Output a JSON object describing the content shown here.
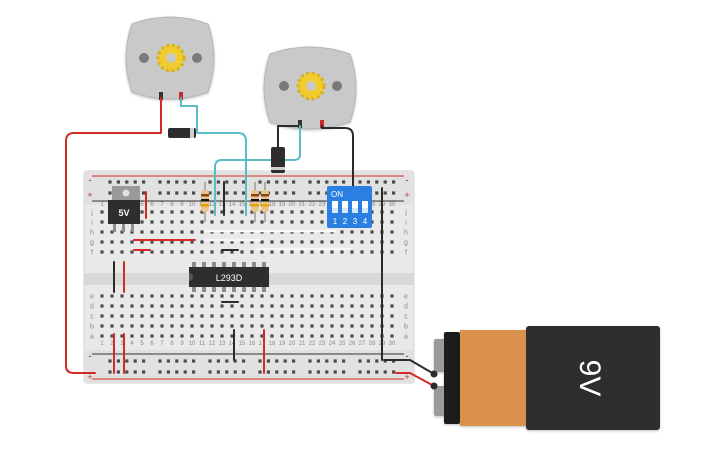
{
  "colors": {
    "wire_red": "#d22a25",
    "wire_black": "#2b2b2b",
    "wire_teal": "#58bcc9",
    "breadboard": "#e9e9e9",
    "dip_switch": "#2b7fe0",
    "battery_orange": "#d9914c",
    "battery_black": "#2e2e2e",
    "motor_body": "#c9c9c9",
    "motor_gear": "#f1cc2e"
  },
  "regulator": {
    "label": "5V"
  },
  "ic": {
    "label": "L293D"
  },
  "dip_switch": {
    "header": "ON",
    "numbers": [
      "1",
      "2",
      "3",
      "4"
    ]
  },
  "battery": {
    "label": "9V"
  },
  "breadboard": {
    "rail_plus": "+",
    "rail_minus": "-",
    "rows_top": [
      "j",
      "i",
      "h",
      "g",
      "f"
    ],
    "rows_bottom": [
      "e",
      "d",
      "c",
      "b",
      "a"
    ],
    "columns": [
      "1",
      "2",
      "3",
      "4",
      "5",
      "6",
      "7",
      "8",
      "9",
      "10",
      "11",
      "12",
      "13",
      "14",
      "15",
      "16",
      "17",
      "18",
      "19",
      "20",
      "21",
      "22",
      "23",
      "24",
      "25",
      "26",
      "27",
      "28",
      "29",
      "30"
    ]
  }
}
